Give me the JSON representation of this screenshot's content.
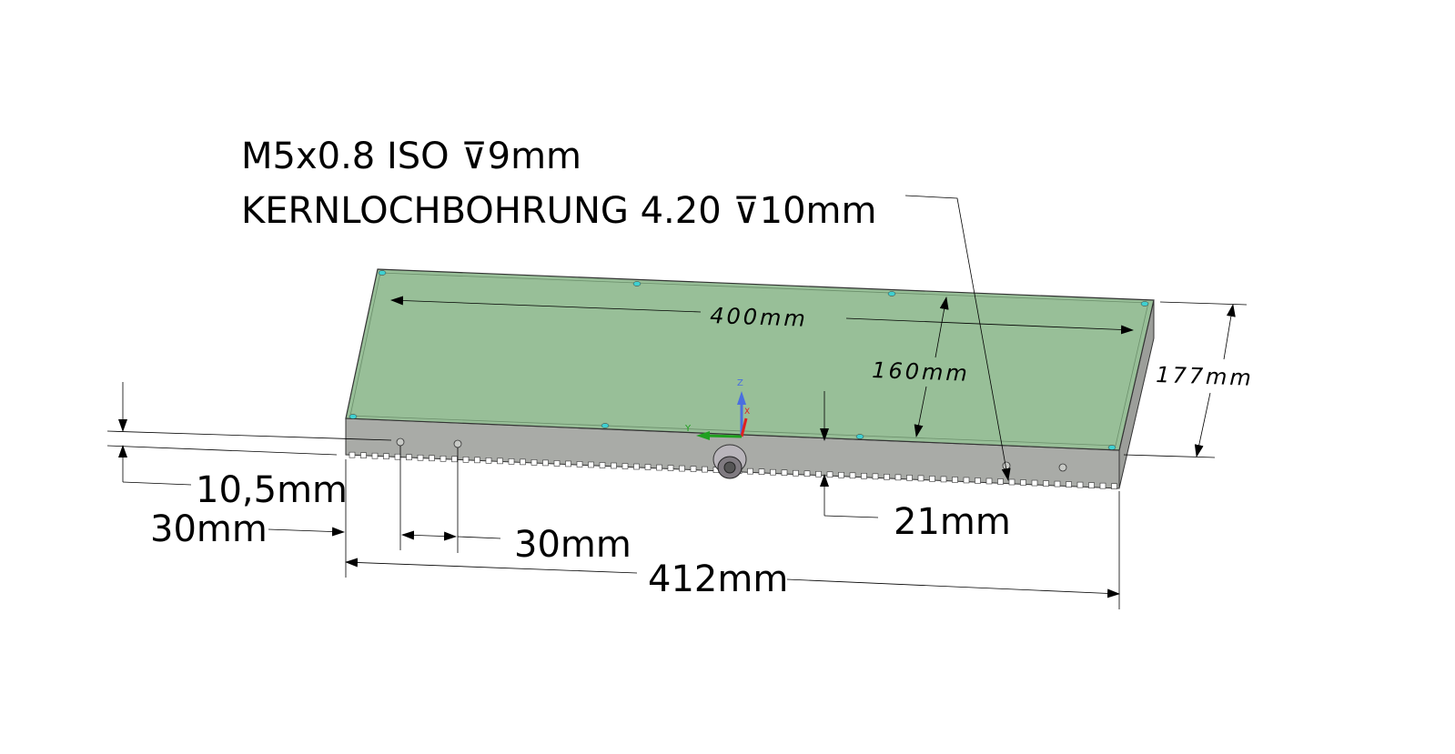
{
  "annotation": {
    "thread_line": "M5x0.8 ISO ⊽9mm",
    "core_hole_line": "KERNLOCHBOHRUNG 4.20 ⊽10mm"
  },
  "dimensions": {
    "inner_length": "400mm",
    "inner_width": "160mm",
    "outer_width": "177mm",
    "height": "10,5mm",
    "edge_offset": "30mm",
    "hole_spacing": "30mm",
    "tooth_offset": "21mm",
    "outer_length": "412mm"
  },
  "axes": {
    "z": "Z",
    "x": "X",
    "y": "Y"
  },
  "colors": {
    "top_face": "#98bf98",
    "front_face": "#a9aba7",
    "hole_marker": "#3fd0d0",
    "axis_z": "#4a6fe0",
    "axis_x": "#e02020",
    "axis_y": "#20a020"
  }
}
